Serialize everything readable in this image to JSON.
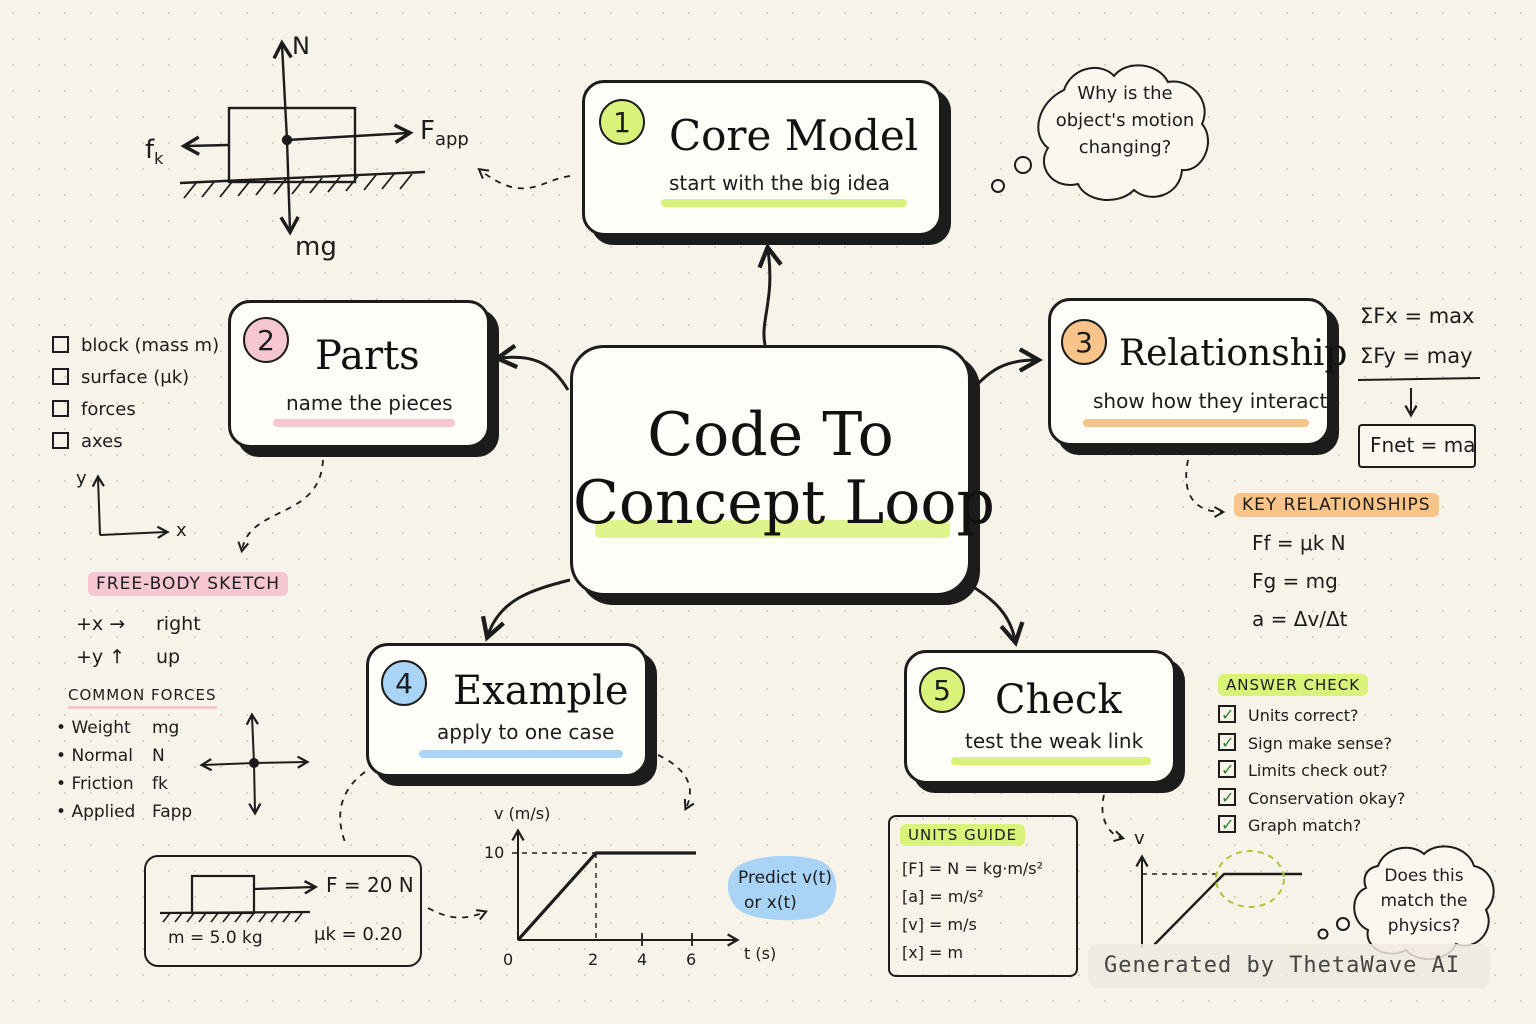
{
  "center": {
    "line1": "Code To",
    "line2": "Concept Loop"
  },
  "nodes": {
    "core": {
      "num": "1",
      "title": "Core Model",
      "subtitle": "start with the big idea",
      "color": "#d9f27a"
    },
    "parts": {
      "num": "2",
      "title": "Parts",
      "subtitle": "name the pieces",
      "color": "#f7c6d3"
    },
    "rel": {
      "num": "3",
      "title": "Relationship",
      "subtitle": "show how they interact",
      "color": "#f8c48a"
    },
    "example": {
      "num": "4",
      "title": "Example",
      "subtitle": "apply to one case",
      "color": "#a9d4f5"
    },
    "check": {
      "num": "5",
      "title": "Check",
      "subtitle": "test the weak link",
      "color": "#d9f27a"
    }
  },
  "thought_top": {
    "lines": [
      "Why is the",
      "object's motion",
      "changing?"
    ]
  },
  "thought_bottom": {
    "lines": [
      "Does this",
      "match the",
      "physics?"
    ]
  },
  "fbd_top": {
    "normal": "N",
    "friction": "f",
    "friction_sub": "k",
    "applied": "F",
    "applied_sub": "app",
    "weight": "mg"
  },
  "parts_list": [
    "block (mass m)",
    "surface (μk)",
    "forces",
    "axes"
  ],
  "axes_labels": {
    "y": "y",
    "x": "x"
  },
  "free_body": {
    "tag": "FREE-BODY SKETCH",
    "rows": [
      {
        "dir": "+x →",
        "meaning": "right"
      },
      {
        "dir": "+y ↑",
        "meaning": "up"
      }
    ]
  },
  "common_forces": {
    "title": "COMMON FORCES",
    "items": [
      {
        "name": "Weight",
        "sym": "mg"
      },
      {
        "name": "Normal",
        "sym": "N"
      },
      {
        "name": "Friction",
        "sym": "fk"
      },
      {
        "name": "Applied",
        "sym": "Fapp"
      }
    ]
  },
  "example_box": {
    "force": "F = 20 N",
    "mass": "m = 5.0 kg",
    "mu": "μk = 0.20"
  },
  "vt_graph": {
    "ylabel": "v (m/s)",
    "xlabel": "t (s)",
    "yticks": [
      "10"
    ],
    "xticks": [
      "0",
      "2",
      "4",
      "6"
    ]
  },
  "predict": {
    "line1": "Predict v(t)",
    "line2": "or x(t)"
  },
  "equations": {
    "sum_x": "ΣFx = max",
    "sum_y": "ΣFy = may",
    "net": "Fnet = ma"
  },
  "key_rel": {
    "tag": "KEY RELATIONSHIPS",
    "items": [
      "Ff = μk N",
      "Fg = mg",
      "a = Δv/Δt"
    ]
  },
  "answer_check": {
    "tag": "ANSWER CHECK",
    "items": [
      "Units correct?",
      "Sign make sense?",
      "Limits check out?",
      "Conservation okay?",
      "Graph match?"
    ]
  },
  "units_guide": {
    "tag": "UNITS GUIDE",
    "items": [
      "[F] = N = kg·m/s²",
      "[a] = m/s²",
      "[v] = m/s",
      "[x] = m"
    ]
  },
  "check_graph": {
    "ylabel": "v"
  },
  "footer": {
    "text": "Generated by ThetaWave AI"
  }
}
